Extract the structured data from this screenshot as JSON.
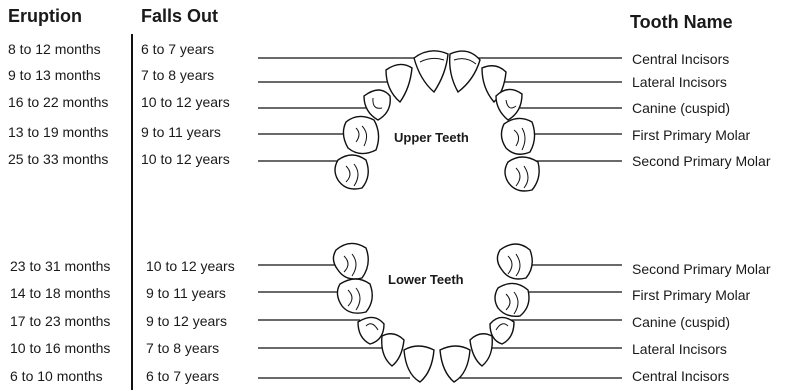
{
  "headers": {
    "eruption": "Eruption",
    "falls_out": "Falls Out",
    "tooth_name": "Tooth Name"
  },
  "upper": {
    "label": "Upper Teeth",
    "rows": [
      {
        "eruption": "8 to 12 months",
        "falls_out": "6 to 7 years",
        "name": "Central Incisors"
      },
      {
        "eruption": "9 to 13 months",
        "falls_out": "7 to 8 years",
        "name": "Lateral Incisors"
      },
      {
        "eruption": "16 to 22 months",
        "falls_out": "10 to 12 years",
        "name": "Canine (cuspid)"
      },
      {
        "eruption": "13 to 19 months",
        "falls_out": "9 to 11 years",
        "name": "First Primary Molar"
      },
      {
        "eruption": "25 to 33 months",
        "falls_out": "10 to 12 years",
        "name": "Second Primary Molar"
      }
    ]
  },
  "lower": {
    "label": "Lower Teeth",
    "rows": [
      {
        "eruption": "23 to 31 months",
        "falls_out": "10 to 12 years",
        "name": "Second Primary Molar"
      },
      {
        "eruption": "14 to 18 months",
        "falls_out": "9 to 11 years",
        "name": "First Primary Molar"
      },
      {
        "eruption": "17 to 23 months",
        "falls_out": "9 to 12 years",
        "name": "Canine (cuspid)"
      },
      {
        "eruption": "10 to 16 months",
        "falls_out": "7 to 8 years",
        "name": "Lateral Incisors"
      },
      {
        "eruption": "6 to 10 months",
        "falls_out": "6 to 7 years",
        "name": "Central Incisors"
      }
    ]
  }
}
